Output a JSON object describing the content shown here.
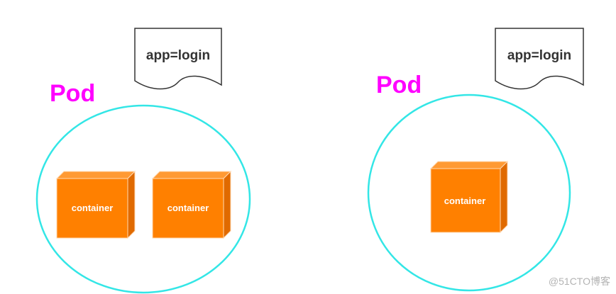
{
  "colors": {
    "pod_label": "#ff00ff",
    "pod_circle": "#33e6e6",
    "container_face": "#ff8000",
    "container_top": "#ff9a33",
    "container_side": "#e06a00",
    "container_edge": "#ffd9b3",
    "tag_border": "#333333",
    "tag_text": "#333333"
  },
  "pods": [
    {
      "label": "Pod",
      "tag": "app=login",
      "containers": [
        "container",
        "container"
      ]
    },
    {
      "label": "Pod",
      "tag": "app=login",
      "containers": [
        "container"
      ]
    }
  ],
  "watermark": "@51CTO博客"
}
